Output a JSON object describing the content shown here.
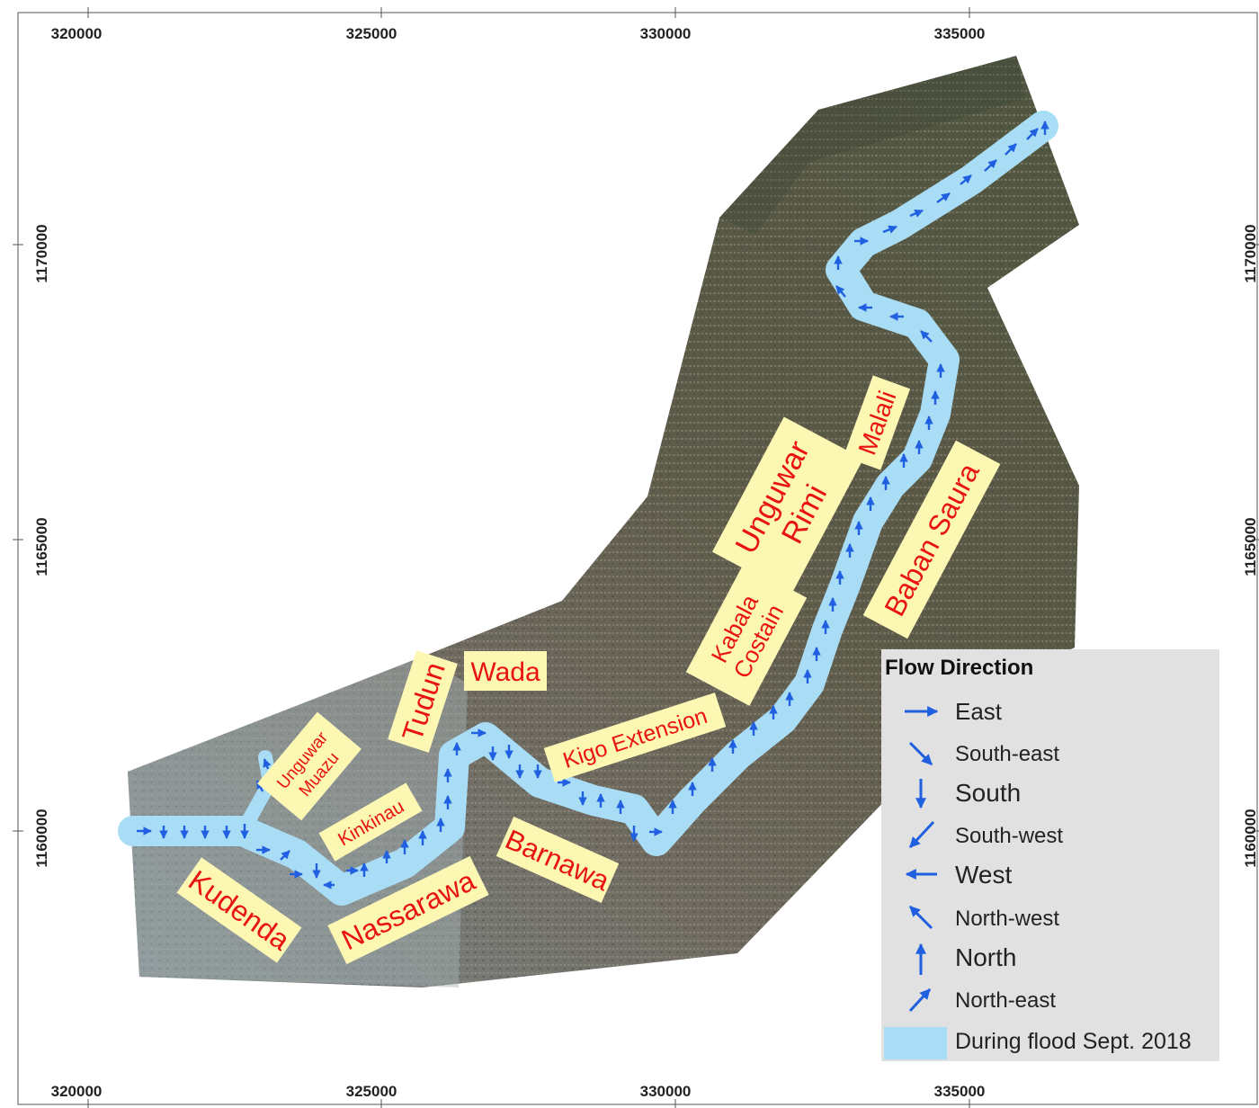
{
  "map": {
    "grid_x_labels": [
      "320000",
      "325000",
      "330000",
      "335000"
    ],
    "grid_y_labels": [
      "1170000",
      "1165000",
      "1160000"
    ],
    "place_labels": {
      "malali": "Malali",
      "unguwar_rimi_1": "Unguwar",
      "unguwar_rimi_2": "Rimi",
      "baban_saura": "Baban Saura",
      "kabala_1": "Kabala",
      "kabala_2": "Costain",
      "wada": "Wada",
      "tudun": "Tudun",
      "kigo": "Kigo Extension",
      "unguwar_muazu_1": "Unguwar",
      "unguwar_muazu_2": "Muazu",
      "kinkinau": "Kinkinau",
      "barnawa": "Barnawa",
      "kudenda": "Kudenda",
      "nassarawa": "Nassarawa"
    },
    "colors": {
      "flood": "#a9dcf5",
      "arrow": "#1f5fe0",
      "label_box": "#fdf7b4",
      "label_text": "#e8140f",
      "legend_bg": "#e1e1e1"
    }
  },
  "legend": {
    "title": "Flow Direction",
    "items": [
      {
        "label": "East",
        "icon": "arrow-east-icon"
      },
      {
        "label": "South-east",
        "icon": "arrow-south-east-icon"
      },
      {
        "label": "South",
        "icon": "arrow-south-icon"
      },
      {
        "label": "South-west",
        "icon": "arrow-south-west-icon"
      },
      {
        "label": "West",
        "icon": "arrow-west-icon"
      },
      {
        "label": "North-west",
        "icon": "arrow-north-west-icon"
      },
      {
        "label": "North",
        "icon": "arrow-north-icon"
      },
      {
        "label": "North-east",
        "icon": "arrow-north-east-icon"
      }
    ],
    "flood_label": "During flood Sept. 2018"
  }
}
